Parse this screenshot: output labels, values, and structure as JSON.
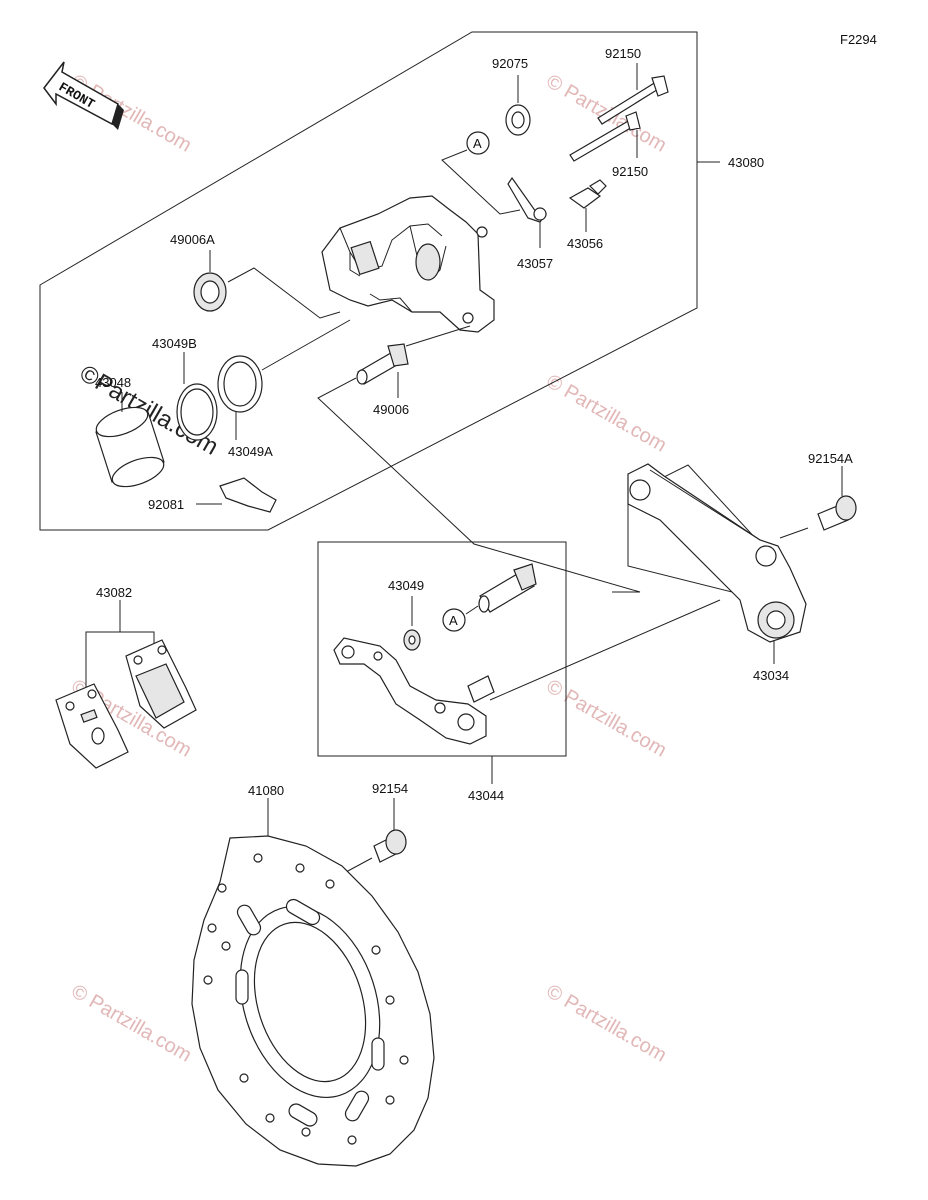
{
  "figure_id": "F2294",
  "front_label": "FRONT",
  "marker_A": "A",
  "watermark": "© Partzilla.com",
  "watermark_big": "©Partzilla.com",
  "parts": {
    "p92075": "92075",
    "p92150_top": "92150",
    "p92150_mid": "92150",
    "p43080": "43080",
    "p43056": "43056",
    "p43057": "43057",
    "p49006A": "49006A",
    "p43049B": "43049B",
    "p43048": "43048",
    "p43049A": "43049A",
    "p49006": "49006",
    "p92081": "92081",
    "p92154A": "92154A",
    "p43082": "43082",
    "p43049": "43049",
    "p43034": "43034",
    "p43044": "43044",
    "p41080": "41080",
    "p92154": "92154"
  }
}
